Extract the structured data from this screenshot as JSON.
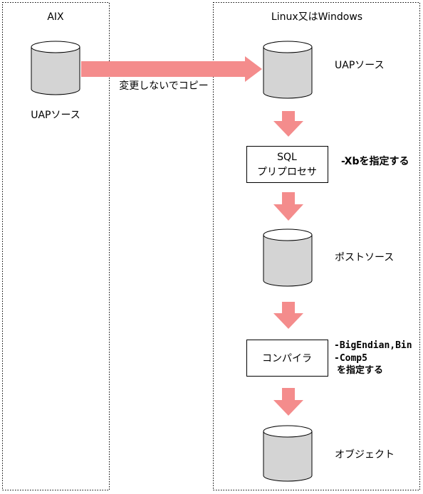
{
  "panels": {
    "left_title": "AIX",
    "right_title": "Linux又はWindows"
  },
  "left": {
    "source_label": "UAPソース"
  },
  "copy_arrow_label": "変更しないでコピー",
  "right": {
    "source_label": "UAPソース",
    "preprocessor_line1": "SQL",
    "preprocessor_line2": "プリプロセサ",
    "preprocessor_option": "-Xbを指定する",
    "post_source_label": "ポストソース",
    "compiler_label": "コンパイラ",
    "compiler_option_line1": "-BigEndian,Bin",
    "compiler_option_line2": "-Comp5",
    "compiler_option_line3": "を指定する",
    "object_label": "オブジェクト"
  },
  "colors": {
    "arrow": "#f48c8c",
    "cylinder_fill": "#d4d4d4",
    "border": "#000000"
  }
}
